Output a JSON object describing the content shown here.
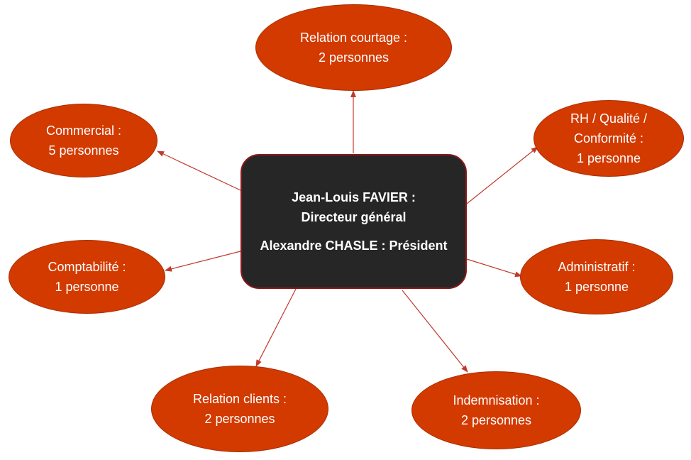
{
  "center": {
    "line1": "Jean-Louis FAVIER :",
    "line2": "Directeur général",
    "line3": "Alexandre CHASLE : Président"
  },
  "nodes": {
    "relation_courtage": {
      "line1": "Relation courtage :",
      "line2": "2 personnes"
    },
    "commercial": {
      "line1": "Commercial :",
      "line2": "5 personnes"
    },
    "rh_qualite": {
      "line1": "RH / Qualité /",
      "line2": "Conformité :",
      "line3": "1 personne"
    },
    "comptabilite": {
      "line1": "Comptabilité :",
      "line2": "1 personne"
    },
    "administratif": {
      "line1": "Administratif :",
      "line2": "1 personne"
    },
    "relation_clients": {
      "line1": "Relation clients :",
      "line2": "2 personnes"
    },
    "indemnisation": {
      "line1": "Indemnisation :",
      "line2": "2 personnes"
    }
  },
  "colors": {
    "node_fill": "#d33a00",
    "center_fill": "#262626",
    "connector": "#c0392b"
  }
}
